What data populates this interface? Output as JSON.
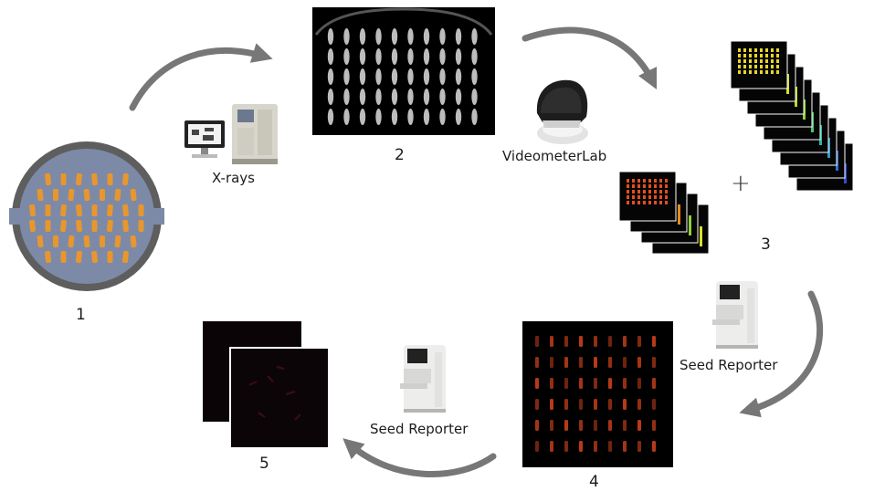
{
  "steps": [
    {
      "number": "1"
    },
    {
      "number": "2"
    },
    {
      "number": "3"
    },
    {
      "number": "4"
    },
    {
      "number": "5"
    }
  ],
  "labels": {
    "xrays": "X-rays",
    "videometer": "VideometerLab",
    "seed_reporter_right": "Seed Reporter",
    "seed_reporter_left": "Seed Reporter",
    "plus": "+"
  },
  "colors": {
    "arrow": "#777777",
    "seed_orange": "#e8962e",
    "dish_blue": "#7c8aa8",
    "fluor_red": "#c8401a"
  }
}
